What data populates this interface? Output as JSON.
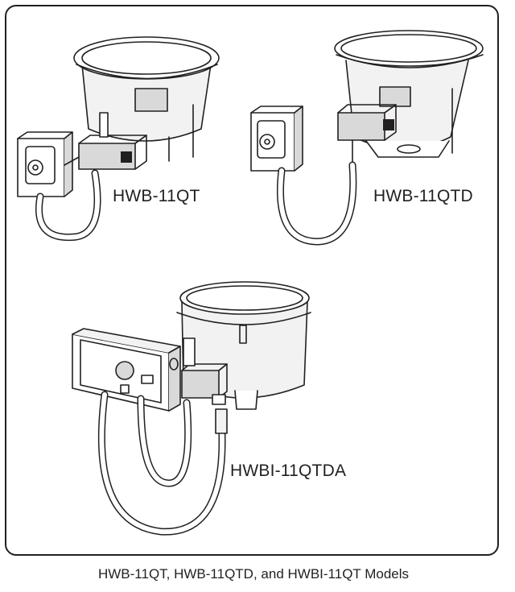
{
  "labels": {
    "unit1": "HWB-11QT",
    "unit2": "HWB-11QTD",
    "unit3": "HWBI-11QTDA"
  },
  "caption": "HWB-11QT, HWB-11QTD, and HWBI-11QT Models",
  "colors": {
    "line": "#231f20",
    "shade": "#d9d9d9",
    "light": "#f2f2f2"
  }
}
